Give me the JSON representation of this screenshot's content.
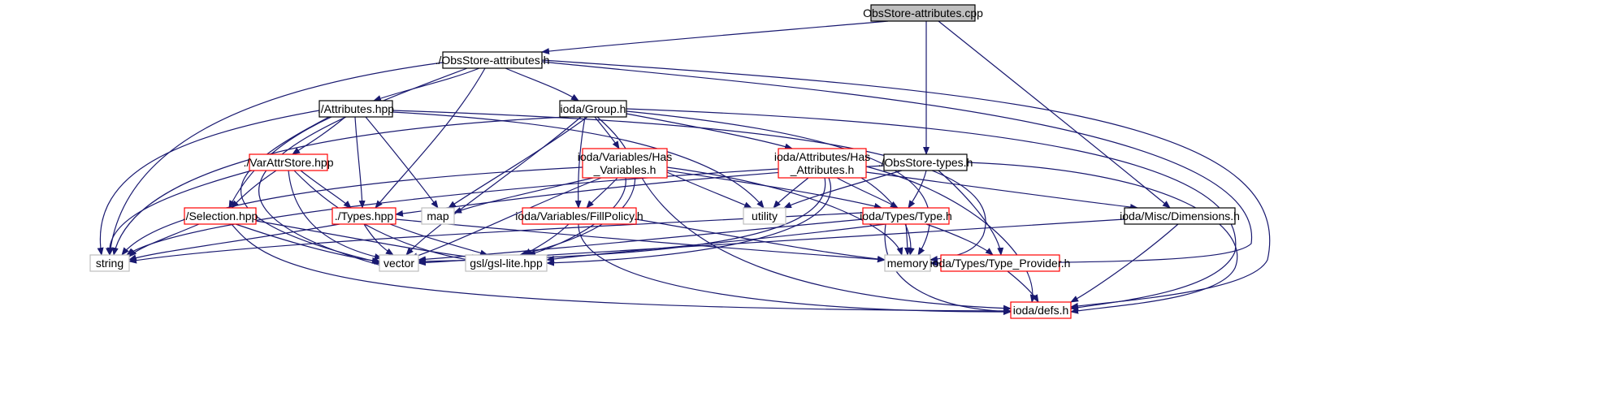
{
  "colors": {
    "edge": "#191970",
    "border_normal": "#000000",
    "border_red": "#ff0000",
    "border_gray": "#bfbfbf",
    "fill_root": "#bfbfbf",
    "fill_default": "#ffffff"
  },
  "nodes": [
    {
      "id": "obsstore-attributes-cpp",
      "lines": [
        "ObsStore-attributes.cpp"
      ],
      "style": "root"
    },
    {
      "id": "obsstore-attributes-h",
      "lines": [
        "./ObsStore-attributes.h"
      ],
      "style": "normal"
    },
    {
      "id": "attributes-hpp",
      "lines": [
        "./Attributes.hpp"
      ],
      "style": "normal"
    },
    {
      "id": "ioda-group-h",
      "lines": [
        "ioda/Group.h"
      ],
      "style": "normal"
    },
    {
      "id": "varattrstore-hpp",
      "lines": [
        "./VarAttrStore.hpp"
      ],
      "style": "red"
    },
    {
      "id": "ioda-variables-has-variables-h",
      "lines": [
        "ioda/Variables/Has",
        "_Variables.h"
      ],
      "style": "red"
    },
    {
      "id": "ioda-attributes-has-attributes-h",
      "lines": [
        "ioda/Attributes/Has",
        "_Attributes.h"
      ],
      "style": "red"
    },
    {
      "id": "obsstore-types-h",
      "lines": [
        "./ObsStore-types.h"
      ],
      "style": "normal"
    },
    {
      "id": "selection-hpp",
      "lines": [
        "./Selection.hpp"
      ],
      "style": "red"
    },
    {
      "id": "types-hpp",
      "lines": [
        "./Types.hpp"
      ],
      "style": "red"
    },
    {
      "id": "map",
      "lines": [
        "map"
      ],
      "style": "gray"
    },
    {
      "id": "ioda-variables-fillpolicy-h",
      "lines": [
        "ioda/Variables/FillPolicy.h"
      ],
      "style": "red"
    },
    {
      "id": "utility",
      "lines": [
        "utility"
      ],
      "style": "gray"
    },
    {
      "id": "ioda-types-type-h",
      "lines": [
        "ioda/Types/Type.h"
      ],
      "style": "red"
    },
    {
      "id": "ioda-misc-dimensions-h",
      "lines": [
        "ioda/Misc/Dimensions.h"
      ],
      "style": "normal"
    },
    {
      "id": "string",
      "lines": [
        "string"
      ],
      "style": "gray"
    },
    {
      "id": "vector",
      "lines": [
        "vector"
      ],
      "style": "gray"
    },
    {
      "id": "gsl-gsl-lite-hpp",
      "lines": [
        "gsl/gsl-lite.hpp"
      ],
      "style": "gray"
    },
    {
      "id": "memory",
      "lines": [
        "memory"
      ],
      "style": "gray"
    },
    {
      "id": "ioda-types-type-provider-h",
      "lines": [
        "ioda/Types/Type_Provider.h"
      ],
      "style": "red"
    },
    {
      "id": "ioda-defs-h",
      "lines": [
        "ioda/defs.h"
      ],
      "style": "red"
    }
  ]
}
